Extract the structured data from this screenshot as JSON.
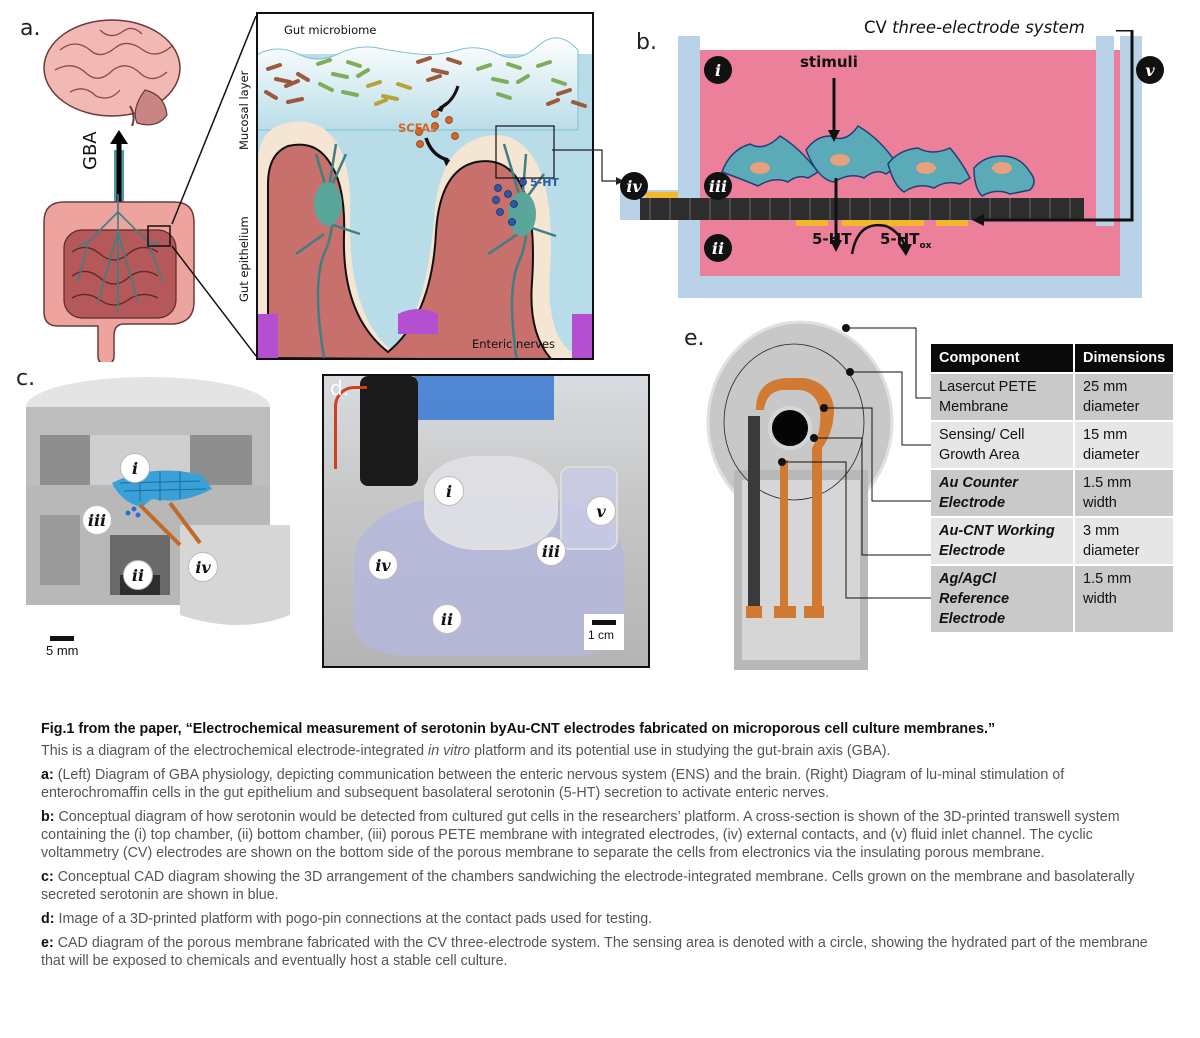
{
  "figure": {
    "panels": {
      "a": {
        "letter": "a.",
        "gba_label": "GBA",
        "gut_microbiome": "Gut microbiome",
        "mucosal_layer": "Mucosal layer",
        "gut_epithelium": "Gut epithelium",
        "scfas": "SCFAs",
        "serotonin": "5-HT",
        "enteric_nerves": "Enteric nerves"
      },
      "b": {
        "letter": "b.",
        "cv_prefix": "CV ",
        "cv_italic": "three-electrode system",
        "stimuli": "stimuli",
        "serotonin": "5-HT",
        "serotonin_ox": "5-HT",
        "serotonin_ox_sub": "ox",
        "markers": {
          "i": "i",
          "ii": "ii",
          "iii": "iii",
          "iv": "iv",
          "v": "v"
        }
      },
      "c": {
        "letter": "c.",
        "scale_label": "5 mm",
        "markers": {
          "i": "i",
          "ii": "ii",
          "iii": "iii",
          "iv": "iv"
        }
      },
      "d": {
        "letter": "d.",
        "scale_label": "1 cm",
        "markers": {
          "i": "i",
          "ii": "ii",
          "iii": "iii",
          "iv": "iv",
          "v": "v"
        }
      },
      "e": {
        "letter": "e.",
        "table": {
          "headers": [
            "Component",
            "Dimensions"
          ],
          "rows": [
            {
              "component": [
                "Lasercut PETE",
                "Membrane"
              ],
              "dimension": [
                "25 mm",
                "diameter"
              ],
              "emphasis": false
            },
            {
              "component": [
                "Sensing/ Cell",
                "Growth Area"
              ],
              "dimension": [
                "15 mm",
                "diameter"
              ],
              "emphasis": false
            },
            {
              "component": [
                "Au Counter",
                "Electrode"
              ],
              "dimension": [
                "1.5 mm",
                "width"
              ],
              "emphasis": true
            },
            {
              "component": [
                "Au-CNT Working",
                "Electrode"
              ],
              "dimension": [
                "3 mm",
                "diameter"
              ],
              "emphasis": true
            },
            {
              "component": [
                "Ag/AgCl",
                "Reference",
                "Electrode"
              ],
              "dimension": [
                "1.5 mm",
                "width"
              ],
              "emphasis": true
            }
          ]
        }
      }
    },
    "colors": {
      "brain_pink": "#f2b8b4",
      "gut_pink": "#eea49e",
      "gut_dark": "#b5585a",
      "nerve_teal": "#3e7f82",
      "lumen_blue": "#b9dde8",
      "tissue_red": "#c7706c",
      "scfa_orange": "#d2672a",
      "serotonin_blue": "#2d58a8",
      "chamber_pink": "#ec809a",
      "chamber_wall": "#b9d2e8",
      "cell_teal": "#5aaab8",
      "electrode_gold": "#f3b82c",
      "membrane_dark": "#2d2d2d",
      "copper": "#d07a33",
      "cad_gray": "#c9c9c9"
    }
  },
  "caption": {
    "title": "Fig.1 from the paper, “Electrochemical measurement of serotonin byAu-CNT electrodes fabricated on microporous cell culture membranes.”",
    "intro_before": "This is a diagram of the electrochemical electrode-integrated ",
    "intro_italic": "in vitro",
    "intro_after": " platform and its potential use in studying the gut-brain axis (GBA).",
    "items": [
      {
        "key": "a:",
        "text": " (Left) Diagram of GBA physiology, depicting communication between the enteric nervous system (ENS) and the brain. (Right) Diagram of lu-minal stimulation of enterochromaffin cells in the gut epithelium and subsequent basolateral serotonin (5-HT) secretion to activate enteric nerves."
      },
      {
        "key": "b:",
        "text": " Conceptual diagram of how serotonin would be detected from cultured gut cells in the researchers’ platform. A cross-section is shown of the 3D-printed transwell system containing the (i) top chamber, (ii) bottom chamber, (iii) porous PETE membrane with integrated electrodes, (iv) external contacts, and (v) fluid inlet channel. The cyclic voltammetry (CV) electrodes are shown on the bottom side of the porous membrane to separate the cells from electronics via the insulating porous membrane."
      },
      {
        "key": "c:",
        "text": " Conceptual CAD diagram showing the 3D arrangement of the chambers sandwiching the electrode-integrated membrane. Cells grown on the membrane and basolaterally secreted serotonin are shown in blue."
      },
      {
        "key": "d:",
        "text": " Image of a 3D-printed platform with pogo-pin connections at the contact pads used for testing."
      },
      {
        "key": "e:",
        "text": " CAD diagram of the porous membrane fabricated with the CV three-electrode system. The sensing area is denoted with a circle, showing the hydrated part of the membrane that will be exposed to chemicals and eventually host a stable cell culture."
      }
    ]
  }
}
